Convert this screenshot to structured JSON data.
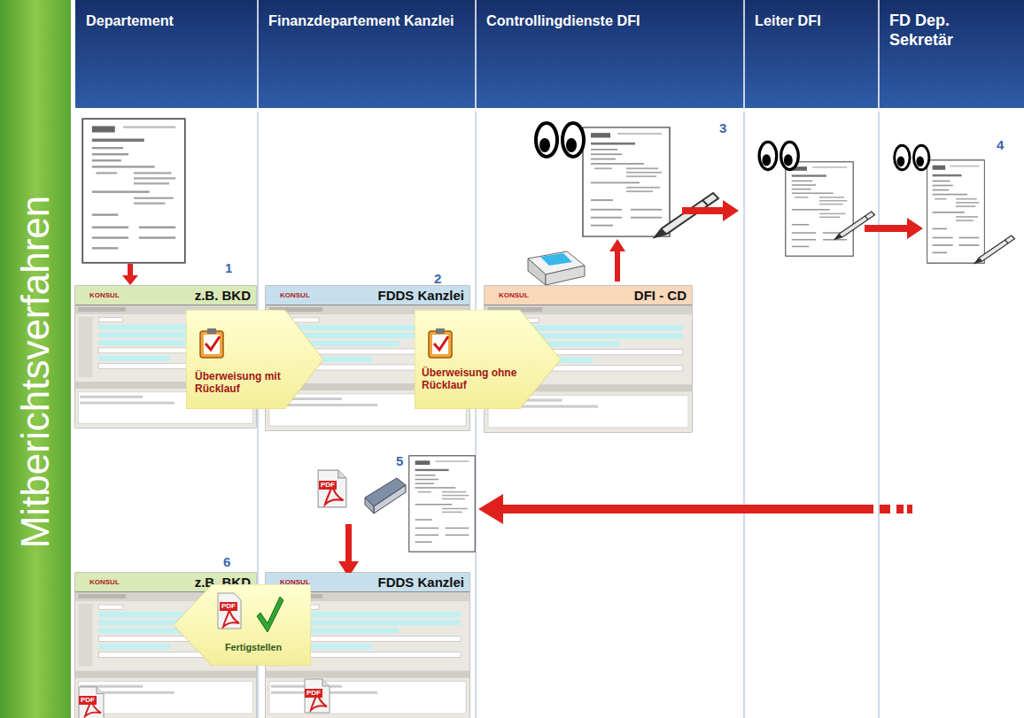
{
  "diagram": {
    "title": "Mitberichtsverfahren",
    "nodes": [
      {
        "text": [
          "Departement"
        ]
      },
      {
        "text": [
          "Finanzdepartement Kanzlei"
        ]
      },
      {
        "text": [
          "Controllingdienste DFI"
        ]
      },
      {
        "text": [
          "Leiter DFI"
        ]
      },
      {
        "text": [
          "FD Dep. Sekretär"
        ]
      },
      {
        "text": [
          "z.B. BKD"
        ]
      },
      {
        "text": [
          "FDDS Kanzlei"
        ]
      },
      {
        "text": [
          "DFI - CD"
        ]
      },
      {
        "text": [
          "Überweisung mit Rücklauf"
        ]
      },
      {
        "text": [
          "Überweisung ohne Rücklauf"
        ]
      },
      {
        "text": [
          "FDDS Kanzlei"
        ]
      },
      {
        "text": [
          "z.B. BKD"
        ]
      },
      {
        "text": [
          "Fertigstellen"
        ]
      }
    ],
    "labels": [
      "1",
      "2",
      "3",
      "4",
      "5",
      "6",
      "KONSUL",
      "KONSUL",
      "KONSUL",
      "KONSUL",
      "KONSUL",
      "PDF",
      "PDF",
      "PDF",
      "PDF"
    ]
  }
}
